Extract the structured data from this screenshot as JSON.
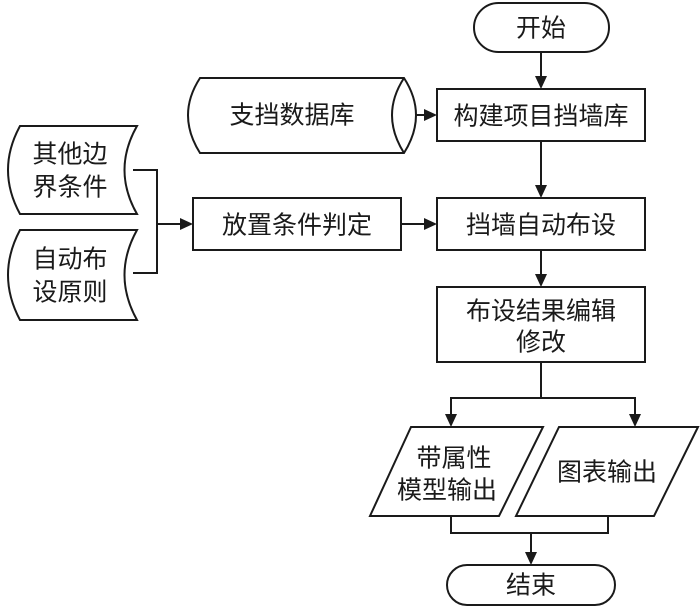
{
  "diagram": {
    "type": "flowchart",
    "nodes": {
      "start": {
        "label": "开始",
        "shape": "terminal"
      },
      "wall_db": {
        "label": "支挡数据库",
        "shape": "database"
      },
      "build_lib": {
        "label": "构建项目挡墙库",
        "shape": "process"
      },
      "other_bc_line1": "其他边",
      "other_bc_line2": "界条件",
      "auto_rule_line1": "自动布",
      "auto_rule_line2": "设原则",
      "placement": {
        "label": "放置条件判定",
        "shape": "process"
      },
      "auto_layout": {
        "label": "挡墙自动布设",
        "shape": "process"
      },
      "edit_line1": "布设结果编辑",
      "edit_line2": "修改",
      "model_out_line1": "带属性",
      "model_out_line2": "模型输出",
      "chart_out": {
        "label": "图表输出",
        "shape": "io"
      },
      "end": {
        "label": "结束",
        "shape": "terminal"
      }
    },
    "edges": [
      [
        "开始",
        "构建项目挡墙库"
      ],
      [
        "支挡数据库",
        "构建项目挡墙库"
      ],
      [
        "构建项目挡墙库",
        "挡墙自动布设"
      ],
      [
        "其他边界条件",
        "放置条件判定"
      ],
      [
        "自动布设原则",
        "放置条件判定"
      ],
      [
        "放置条件判定",
        "挡墙自动布设"
      ],
      [
        "挡墙自动布设",
        "布设结果编辑修改"
      ],
      [
        "布设结果编辑修改",
        "带属性模型输出"
      ],
      [
        "布设结果编辑修改",
        "图表输出"
      ],
      [
        "带属性模型输出",
        "结束"
      ],
      [
        "图表输出",
        "结束"
      ]
    ]
  }
}
